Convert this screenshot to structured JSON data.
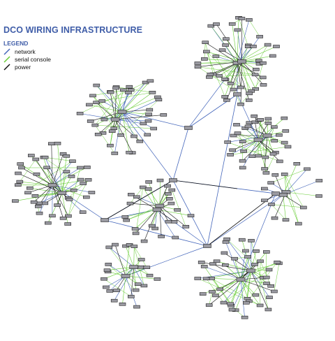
{
  "title": "DCO WIRING INFRASTRUCTURE",
  "legend": {
    "heading": "LEGEND",
    "items": [
      {
        "label": "network",
        "color": "#4466bb"
      },
      {
        "label": "serial console",
        "color": "#66cc33"
      },
      {
        "label": "power",
        "color": "#111111"
      }
    ]
  }
}
